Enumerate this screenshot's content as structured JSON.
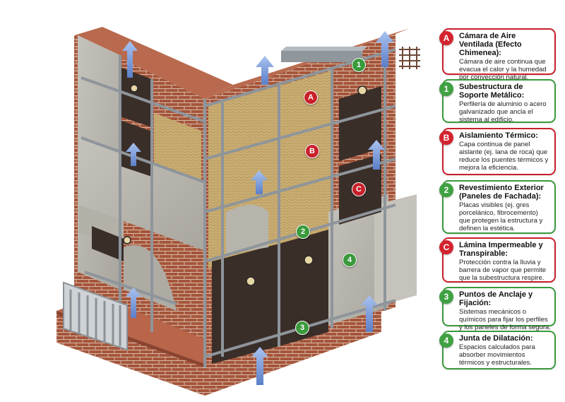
{
  "legend": [
    {
      "badge": "A",
      "kind": "red",
      "title": "Cámara de Aire Ventilada (Efecto Chimenea):",
      "desc": "Cámara de aire continua que evacua el calor y la humedad por convección natural."
    },
    {
      "badge": "1",
      "kind": "green",
      "title": "Subestructura de Soporte Metálico:",
      "desc": "Perfilería de aluminio o acero galvanizado que ancla el sistema al edificio."
    },
    {
      "badge": "B",
      "kind": "red",
      "title": "Aislamiento Térmico:",
      "desc": "Capa continua de panel aislante (ej. lana de roca) que reduce los puentes térmicos y mejora la eficiencia."
    },
    {
      "badge": "2",
      "kind": "green",
      "title": "Revestimiento Exterior (Paneles de Fachada):",
      "desc": "Placas visibles (ej. gres porcelánico, fibrocemento) que protegen la estructura y definen la estética."
    },
    {
      "badge": "C",
      "kind": "red",
      "title": "Lámina Impermeable y Transpirable:",
      "desc": "Protección contra la lluvia y barrera de vapor que permite que la subestructura respire."
    },
    {
      "badge": "3",
      "kind": "green",
      "title": "Puntos de Anclaje y Fijación:",
      "desc": "Sistemas mecánicos o químicos para fijar los perfiles y los paneles de forma segura."
    },
    {
      "badge": "4",
      "kind": "green",
      "title": "Junta de Dilatación:",
      "desc": "Espacios calculados para absorber movimientos térmicos y estructurales."
    }
  ],
  "markers": [
    {
      "label": "A",
      "kind": "red"
    },
    {
      "label": "B",
      "kind": "red"
    },
    {
      "label": "C",
      "kind": "red"
    },
    {
      "label": "1",
      "kind": "green"
    },
    {
      "label": "2",
      "kind": "green"
    },
    {
      "label": "3",
      "kind": "green"
    },
    {
      "label": "4",
      "kind": "green"
    }
  ],
  "colors": {
    "red": "#c8202a",
    "green": "#3a9a3c",
    "brick": "#a4553a",
    "insulation": "#c9ad72",
    "panel": "#b9b6ae",
    "dark_panel": "#3a2e29",
    "arrow": "#6f8fd0"
  }
}
